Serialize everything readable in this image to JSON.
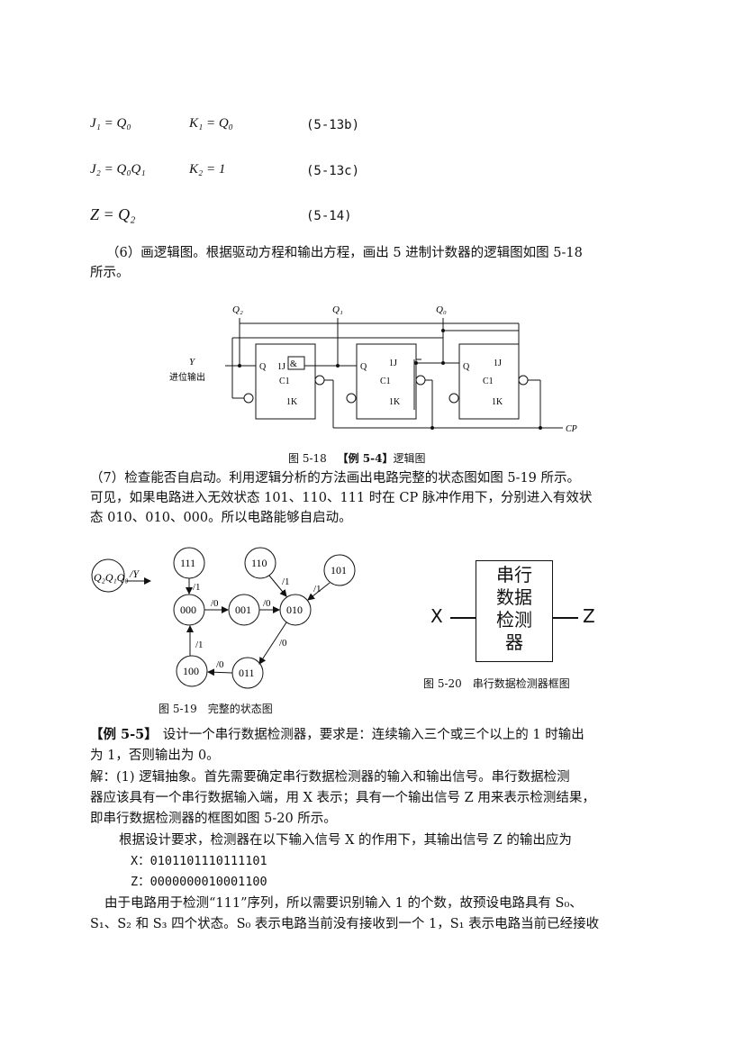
{
  "equations": [
    {
      "lhs1": "J₁ = Q₀",
      "lhs2": "K₁ = Q₀",
      "num": "(5-13b)"
    },
    {
      "lhs1": "J₂ = Q₀Q₁",
      "lhs2": "K₂ = 1",
      "num": "(5-13c)"
    },
    {
      "lhs1": "Z = Q₂",
      "lhs2": "",
      "num": "(5-14)"
    }
  ],
  "para6": [
    "（6）画逻辑图。根据驱动方程和输出方程，画出 5 进制计数器的逻辑图如图 5-18",
    "所示。"
  ],
  "fig518": {
    "labels": {
      "q2": "Q₂",
      "q1": "Q₁",
      "q0": "Q₀",
      "y": "Y",
      "carry": "进位输出",
      "cp": "CP",
      "q": "Q",
      "j": "1J",
      "c": "C1",
      "k": "1K",
      "and": "&"
    },
    "caption_prefix": "图 5-18",
    "caption_bold": "【例 5-4】",
    "caption_suffix": "逻辑图"
  },
  "para7": [
    "（7）检查能否自启动。利用逻辑分析的方法画出电路完整的状态图如图 5-19 所示。",
    "可见，如果电路进入无效状态 101、110、111 时在 CP 脉冲作用下，分别进入有效状",
    "态 010、010、000。所以电路能够自启动。"
  ],
  "fig519": {
    "legend": "Q₂Q₁Q₀",
    "legend_out": "/Y",
    "states": [
      "111",
      "110",
      "101",
      "000",
      "001",
      "010",
      "100",
      "011"
    ],
    "edge_labels": [
      "/1",
      "/1",
      "/1",
      "/0",
      "/0",
      "/0",
      "/1",
      "/0"
    ],
    "caption": "图 5-19　完整的状态图"
  },
  "fig520": {
    "box_lines": [
      "串行",
      "数据",
      "检测",
      "器"
    ],
    "input": "X",
    "output": "Z",
    "caption": "图 5-20　串行数据检测器框图"
  },
  "example": {
    "title": "【例 5-5】",
    "line1": "设计一个串行数据检测器，要求是：连续输入三个或三个以上的 1 时输出",
    "line2": "为 1，否则输出为 0。",
    "solve": [
      "解：(1) 逻辑抽象。首先需要确定串行数据检测器的输入和输出信号。串行数据检测",
      "器应该具有一个串行数据输入端，用 X 表示；具有一个输出信号 Z 用来表示检测结果，",
      "即串行数据检测器的框图如图 5-20 所示。"
    ],
    "req": "根据设计要求，检测器在以下输入信号 X 的作用下，其输出信号 Z 的输出应为",
    "x_seq": "X：0101101110111101",
    "z_seq": "Z：0000000010001100",
    "last": [
      "由于电路用于检测“111”序列，所以需要识别输入 1 的个数，故预设电路具有 S₀、",
      "S₁、S₂ 和 S₃ 四个状态。S₀ 表示电路当前没有接收到一个 1，S₁ 表示电路当前已经接收"
    ]
  }
}
